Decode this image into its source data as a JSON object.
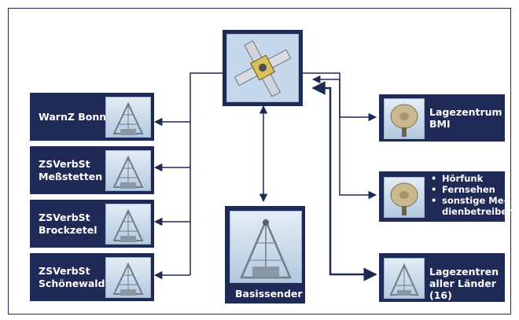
{
  "nodes": {
    "warnz_bonn": {
      "label": "WarnZ Bonn"
    },
    "zsverbst_messstetten": {
      "line1": "ZSVerbSt",
      "line2": "Meßstetten"
    },
    "zsverbst_brockzetel": {
      "line1": "ZSVerbSt",
      "line2": "Brockzetel"
    },
    "zsverbst_schoenewalde": {
      "line1": "ZSVerbSt",
      "line2": "Schönewalde"
    },
    "basissender": {
      "label": "Basissender"
    },
    "lagezentrum_bmi": {
      "line1": "Lagezentrum",
      "line2": "BMI"
    },
    "medien": {
      "items": [
        "Hörfunk",
        "Fernsehen",
        "sonstige Me-",
        "dienbetreiber"
      ]
    },
    "lagezentren_laender": {
      "line1": "Lagezentren",
      "line2": "aller Länder (16)"
    }
  },
  "icons": {
    "satellite": "satellite-icon",
    "antenna_tower": "antenna-tower-icon",
    "satellite_dish": "satellite-dish-icon"
  },
  "colors": {
    "box": "#1f2a57",
    "line": "#1e2b52",
    "sky": "#c9d9ea",
    "frame": "#1e2b52"
  }
}
